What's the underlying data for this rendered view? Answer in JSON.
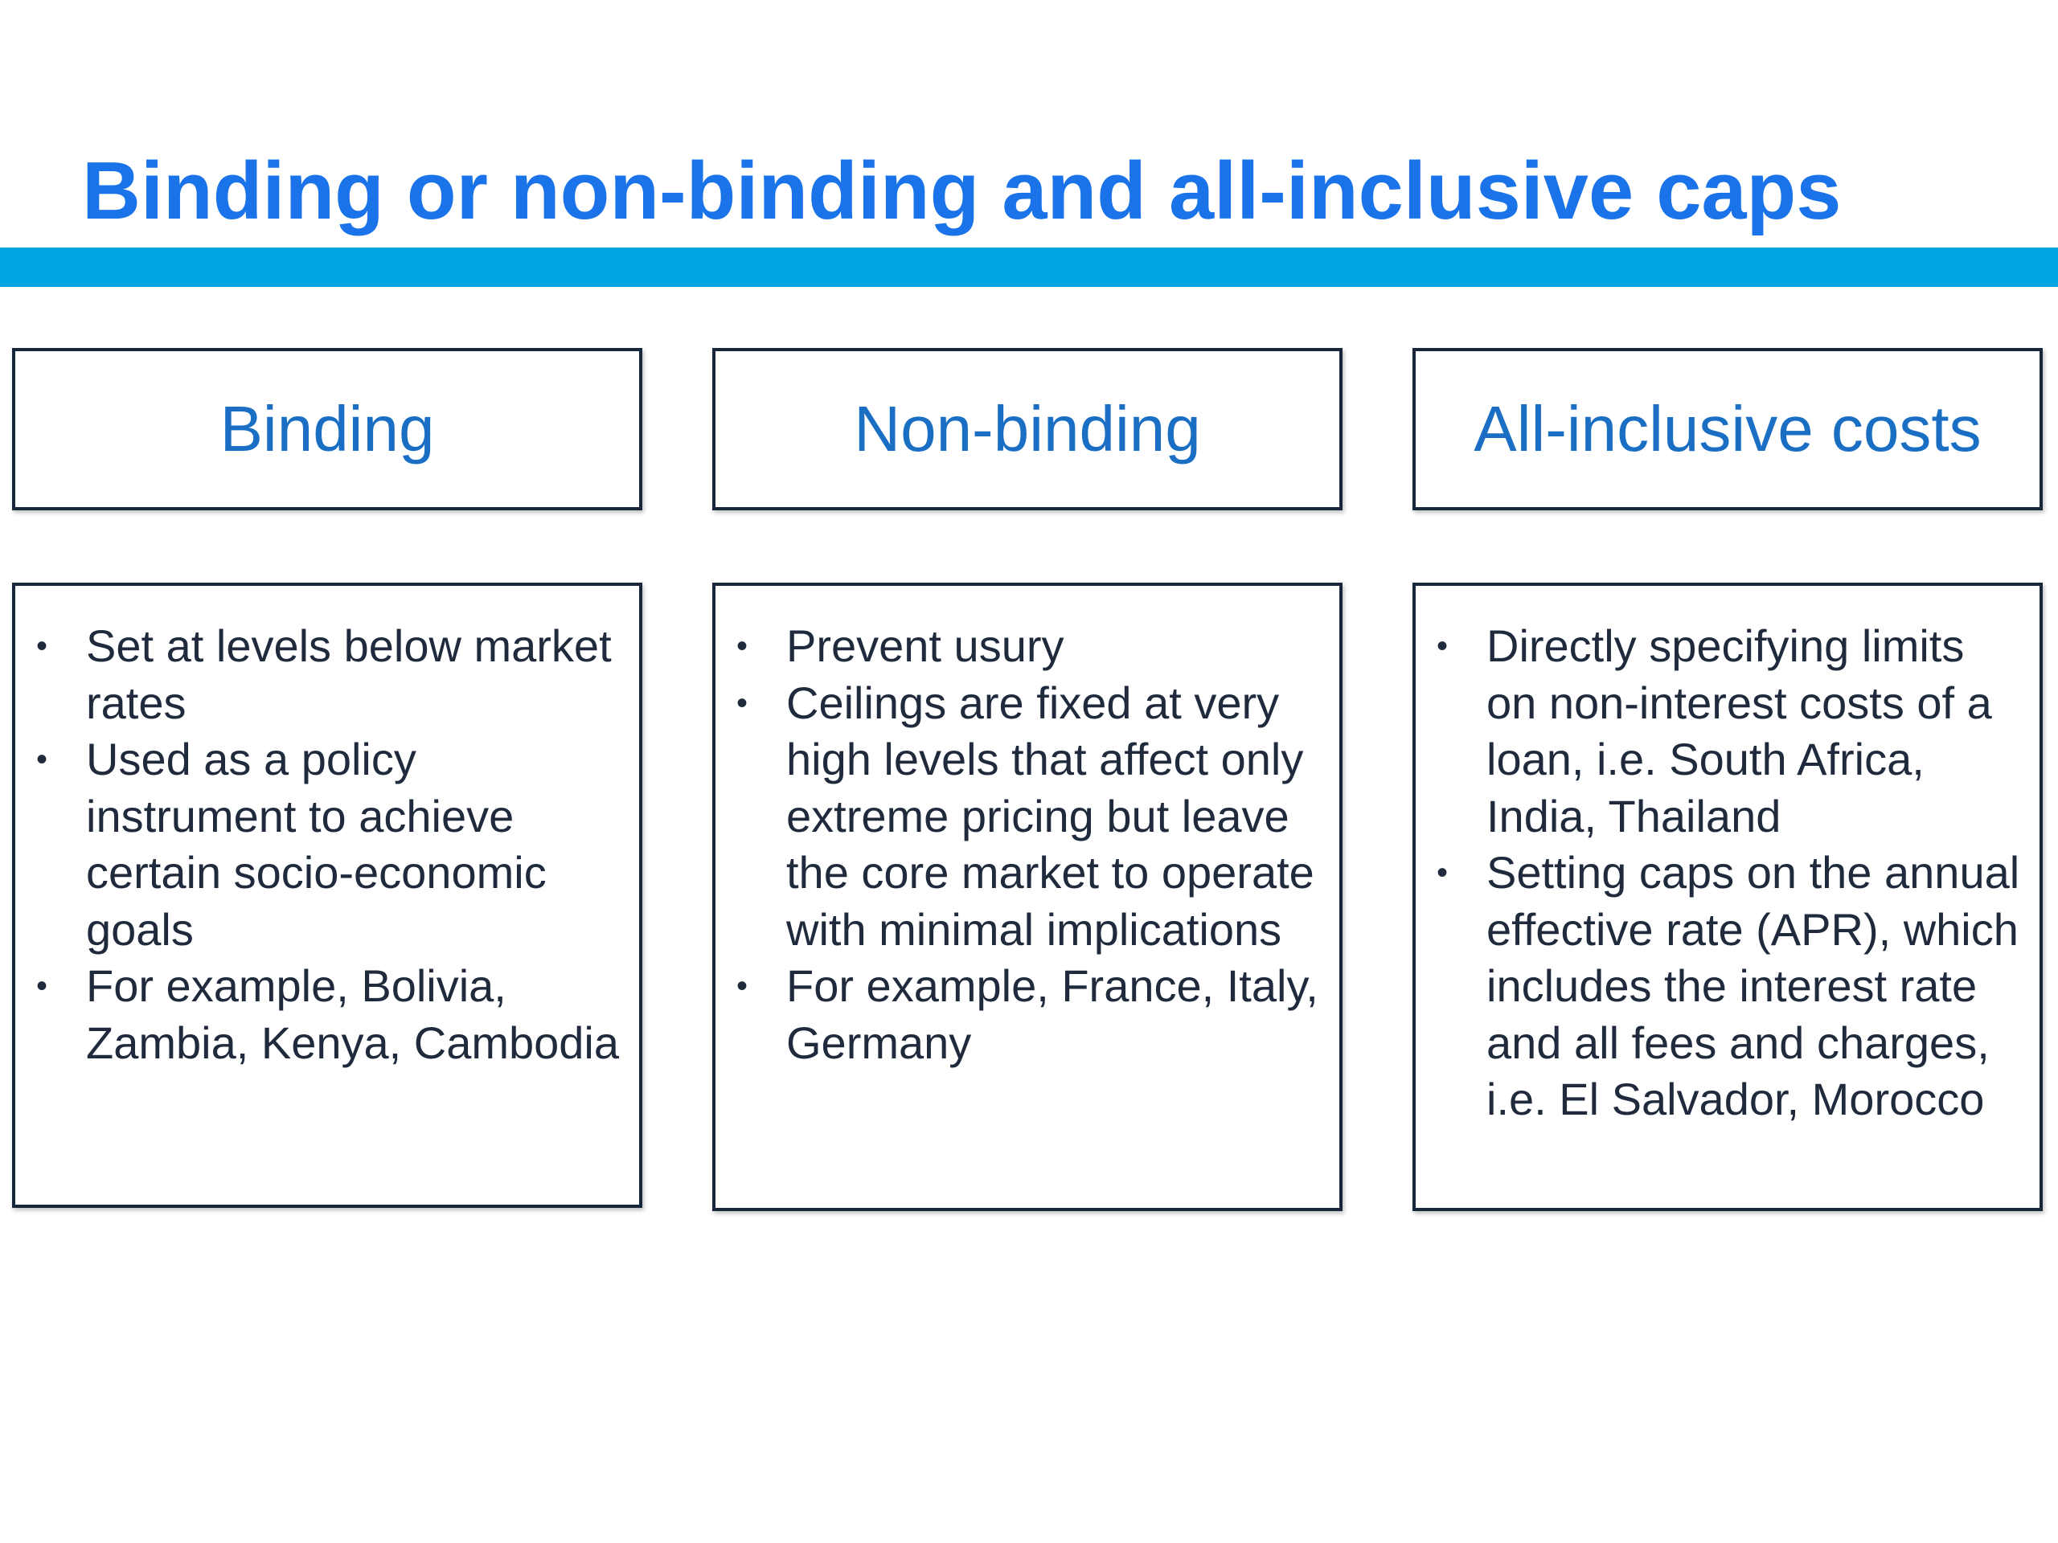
{
  "title": "Binding or non-binding and all-inclusive caps",
  "colors": {
    "title": "#1a73e8",
    "accent_bar": "#00a4e0",
    "heading": "#1a6fc4",
    "border": "#17263a",
    "body_text": "#1f2a3c"
  },
  "columns": [
    {
      "heading": "Binding",
      "bullets": [
        "Set at levels below market rates",
        "Used as a policy instrument to achieve certain socio-economic goals",
        "For example, Bolivia, Zambia, Kenya, Cambodia"
      ]
    },
    {
      "heading": "Non-binding",
      "bullets": [
        "Prevent usury",
        "Ceilings are fixed at very high levels that affect only extreme pricing but leave the core market to operate with minimal implications",
        "For example, France, Italy, Germany"
      ]
    },
    {
      "heading": "All-inclusive costs",
      "bullets": [
        "Directly specifying limits on non-interest costs of a loan, i.e. South Africa, India, Thailand",
        "Setting caps on the annual effective rate (APR), which includes the interest rate and all fees and charges, i.e. El Salvador, Morocco"
      ]
    }
  ]
}
